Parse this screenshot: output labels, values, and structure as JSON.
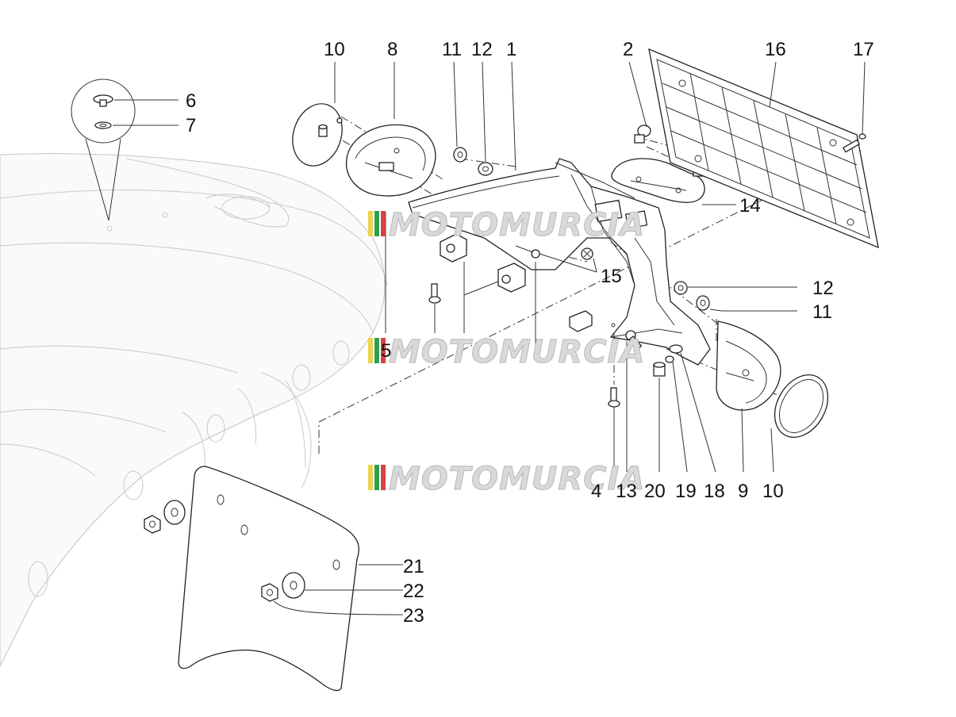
{
  "diagram": {
    "callouts": {
      "c10a": "10",
      "c8": "8",
      "c11a": "11",
      "c12a": "12",
      "c1": "1",
      "c2": "2",
      "c16": "16",
      "c17": "17",
      "c6": "6",
      "c7": "7",
      "c14": "14",
      "c15": "15",
      "c12b": "12",
      "c11b": "11",
      "c4": "4",
      "c13": "13",
      "c20": "20",
      "c19": "19",
      "c18": "18",
      "c9": "9",
      "c10b": "10",
      "c21": "21",
      "c22": "22",
      "c23": "23",
      "c5": "5"
    },
    "watermarks": [
      "MOTOMURCIA",
      "MOTOMURCIA",
      "MOTOMURCIA"
    ],
    "watermark_colors": [
      "#e8d44d",
      "#2e9e4f",
      "#d94141"
    ]
  }
}
